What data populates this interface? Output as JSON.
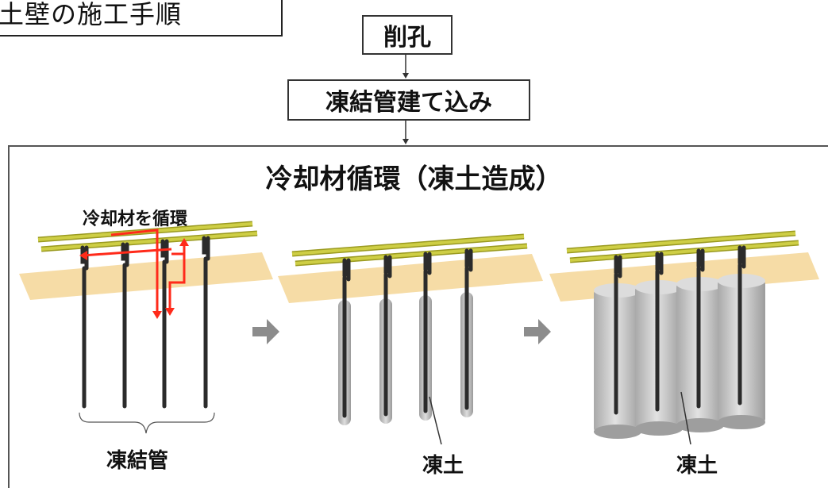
{
  "title": "土壁の施工手順",
  "steps": [
    "削孔",
    "凍結管建て込み"
  ],
  "panel_title": "冷却材循環（凍土造成）",
  "stages": [
    {
      "annotation": "冷却材を循環",
      "caption": "凍結管"
    },
    {
      "caption": "凍土"
    },
    {
      "caption": "凍土"
    }
  ],
  "colors": {
    "header_pipe": "#c8c83c",
    "ground_plane": "#f6dca6",
    "pipe": "#2b2b2b",
    "flow_arrow": "#ff2a1a",
    "frozen_soil": "#c9c9c9",
    "transition_arrow": "#8c8c8c"
  }
}
